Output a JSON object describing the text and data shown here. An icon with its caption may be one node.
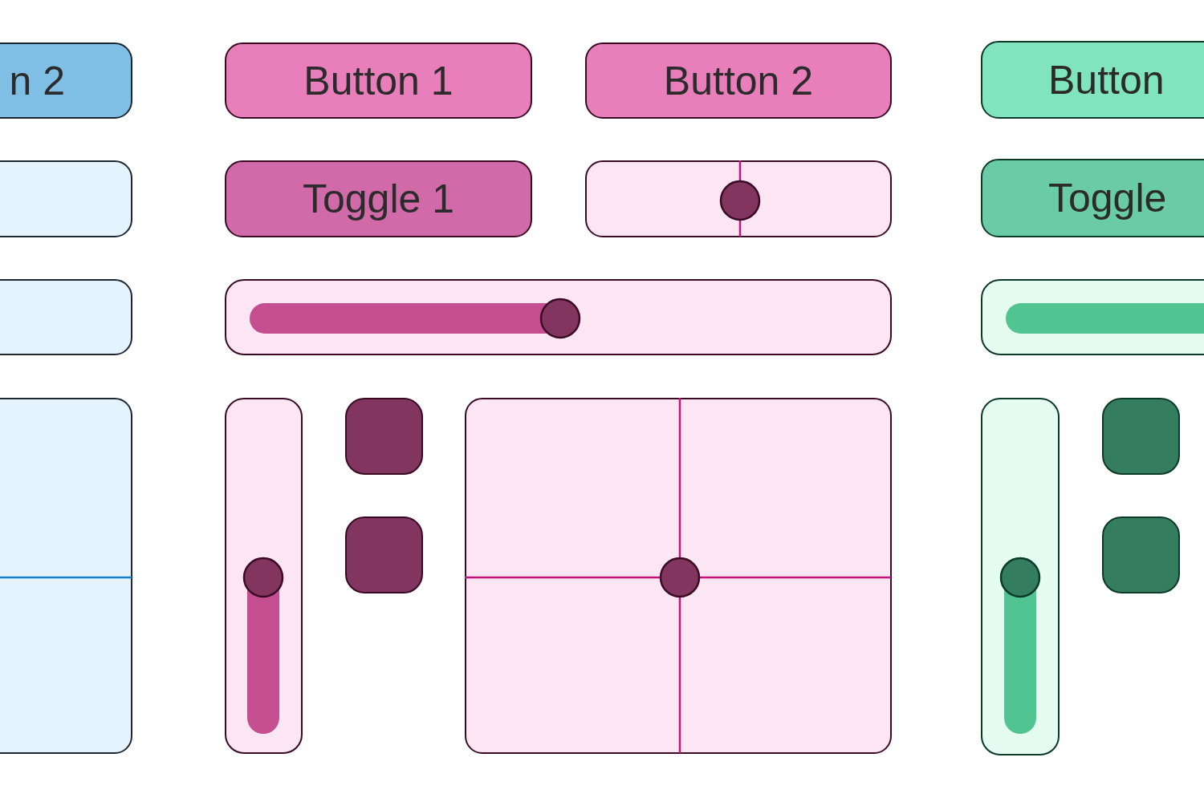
{
  "diagram": {
    "nodes": [
      {
        "text": [
          "n 2"
        ]
      },
      {
        "text": [
          "Button 1"
        ]
      },
      {
        "text": [
          "Button 2"
        ]
      },
      {
        "text": [
          "Button"
        ]
      },
      {
        "text": [],
        "shape": "box"
      },
      {
        "text": [
          "Toggle 1"
        ]
      },
      {
        "text": [],
        "shape": "box"
      },
      {
        "text": [
          "Toggle"
        ]
      },
      {
        "text": [],
        "shape": "box"
      },
      {
        "text": [],
        "shape": "bar"
      },
      {
        "text": [],
        "shape": "bar"
      },
      {
        "text": [],
        "shape": "box"
      },
      {
        "text": [],
        "shape": "bar"
      },
      {
        "text": [],
        "shape": "box"
      },
      {
        "text": [],
        "shape": "box"
      },
      {
        "text": [],
        "shape": "box"
      },
      {
        "text": [],
        "shape": "bar"
      },
      {
        "text": [],
        "shape": "box"
      },
      {
        "text": [],
        "shape": "box"
      }
    ]
  }
}
